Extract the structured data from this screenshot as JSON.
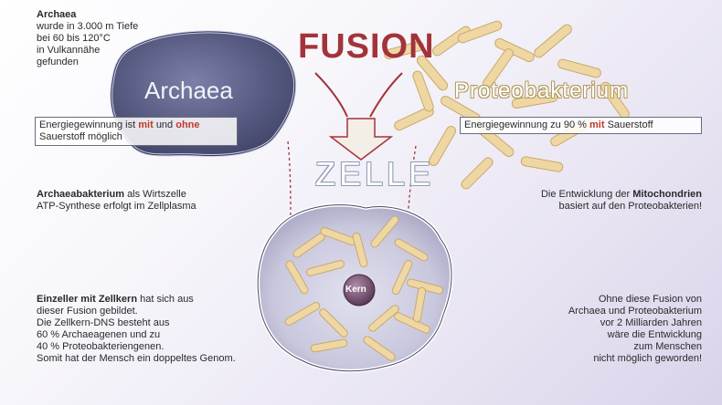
{
  "top_left_note": {
    "title": "Archaea",
    "line1": "wurde in 3.000 m Tiefe",
    "line2": "bei 60 bis 120°C",
    "line3": "in Vulkannähe",
    "line4": "gefunden"
  },
  "fusion_title": "FUSION",
  "zelle_title": "ZELLE",
  "archaea_label": "Archaea",
  "proteo_label": "Proteobakterium",
  "archaea_energy": {
    "pre": "Energiegewinnung ist",
    "mit": "mit",
    "und": "und",
    "ohne": "ohne",
    "line2": "Sauerstoff möglich"
  },
  "proteo_energy": {
    "pre": "Energiegewinnung zu 90 %",
    "mit": "mit",
    "post": "Sauerstoff"
  },
  "archaeabakterium": {
    "bold": "Archaeabakterium",
    "rest1": "als Wirtszelle",
    "line2": "ATP-Synthese erfolgt im Zellplasma"
  },
  "mitochondrien": {
    "pre": "Die Entwicklung der",
    "bold": "Mitochondrien",
    "line2": "basiert auf den Proteobakterien!"
  },
  "einzeller": {
    "bold": "Einzeller mit Zellkern",
    "rest1": "hat sich aus",
    "line2": "dieser Fusion gebildet.",
    "line3": "Die Zellkern-DNS besteht aus",
    "line4": "60 % Archaeagenen und zu",
    "line5": "40 % Proteobakteriengenen.",
    "line6": "Somit hat der Mensch ein doppeltes Genom."
  },
  "ohne_fusion": {
    "line1": "Ohne diese Fusion von",
    "line2": "Archaea und Proteobakterium",
    "line3": "vor 2 Milliarden Jahren",
    "line4": "wäre die Entwicklung",
    "line5": "zum Menschen",
    "line6": "nicht möglich geworden!"
  },
  "kern_label": "Kern",
  "colors": {
    "archaea_fill": "#5b5f88",
    "bacteria_fill": "#efd7a4",
    "fusion_red": "#a3333a",
    "kern_fill": "#6e4a6a"
  }
}
